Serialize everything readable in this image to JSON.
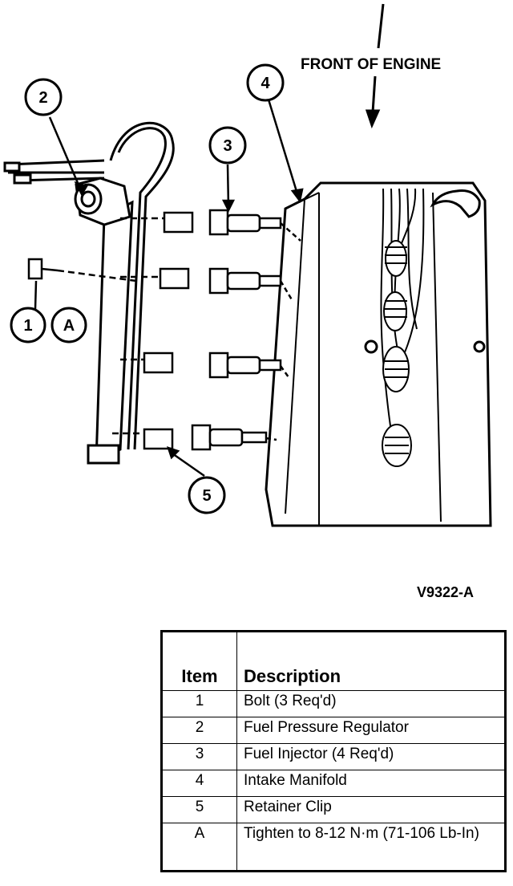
{
  "diagram": {
    "front_label": "FRONT OF ENGINE",
    "figure_code": "V9322-A",
    "callouts": [
      {
        "id": "callout-1",
        "text": "1"
      },
      {
        "id": "callout-a",
        "text": "A"
      },
      {
        "id": "callout-2",
        "text": "2"
      },
      {
        "id": "callout-3",
        "text": "3"
      },
      {
        "id": "callout-4",
        "text": "4"
      },
      {
        "id": "callout-5",
        "text": "5"
      }
    ]
  },
  "legend": {
    "headers": {
      "item": "Item",
      "description": "Description"
    },
    "rows": [
      {
        "item": "1",
        "description": "Bolt (3 Req'd)"
      },
      {
        "item": "2",
        "description": "Fuel Pressure Regulator"
      },
      {
        "item": "3",
        "description": "Fuel Injector (4 Req'd)"
      },
      {
        "item": "4",
        "description": "Intake Manifold"
      },
      {
        "item": "5",
        "description": "Retainer Clip"
      },
      {
        "item": "A",
        "description": "Tighten to 8-12 N·m (71-106 Lb-In)"
      }
    ]
  }
}
